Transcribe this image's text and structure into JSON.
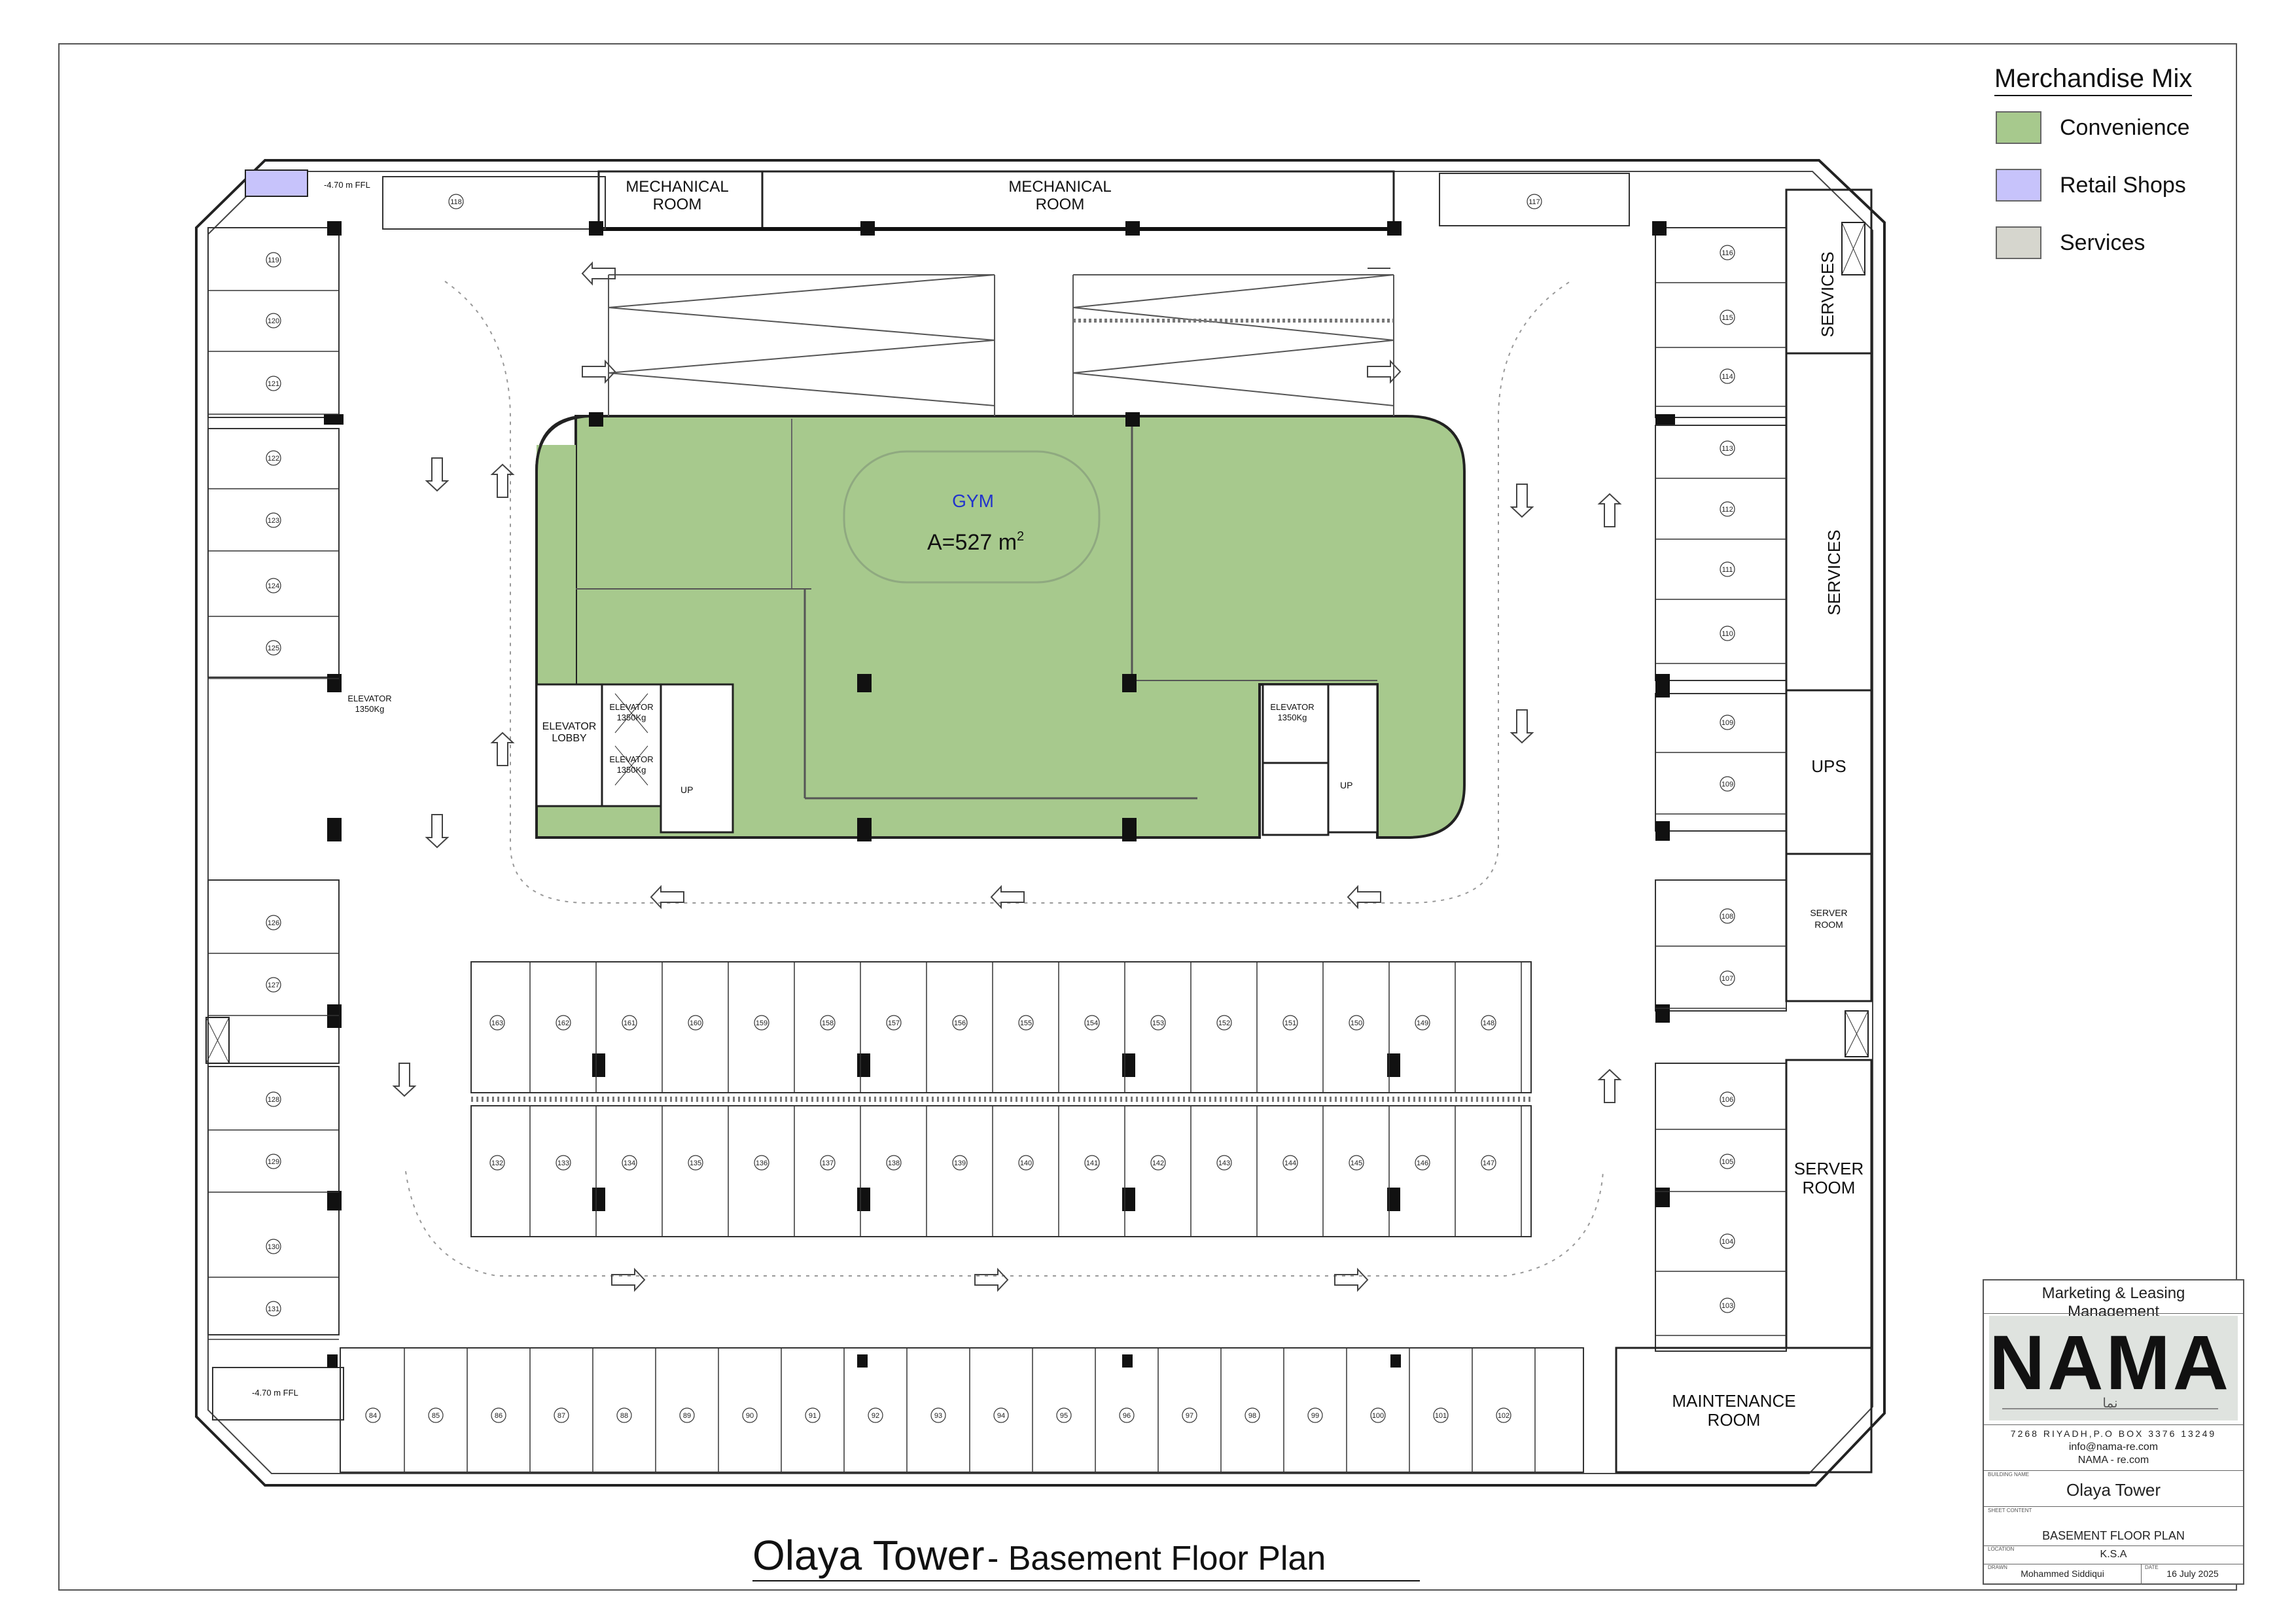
{
  "title": {
    "building": "Olaya Tower",
    "subtitle": "- Basement Floor Plan"
  },
  "legend": {
    "title": "Merchandise Mix",
    "items": [
      {
        "label": "Convenience",
        "color": "#a7c98d"
      },
      {
        "label": "Retail Shops",
        "color": "#c7c3fb"
      },
      {
        "label": "Services",
        "color": "#d6d6ce"
      }
    ]
  },
  "title_block": {
    "department": "Marketing & Leasing Management",
    "logo_text": "NAMA",
    "logo_subtext": "نما",
    "address": "7268 RIYADH,P.O BOX 3376 13249",
    "email": "info@nama-re.com",
    "website": "NAMA - re.com",
    "project_label": "BUILDING NAME",
    "project": "Olaya Tower",
    "sheet_label": "SHEET CONTENT",
    "sheet": "BASEMENT FLOOR PLAN",
    "location_label": "LOCATION",
    "location": "K.S.A",
    "drawn_label": "DRAWN",
    "drawn_by": "Mohammed Siddiqui",
    "date_label": "DATE",
    "date": "16 July 2025"
  },
  "plan": {
    "gym_label": "GYM",
    "gym_area": "A=527 m",
    "gym_area_sup": "2",
    "colors": {
      "gym": "#a7c98d",
      "wall": "#111111",
      "line": "#333333",
      "dim": "#7a7a7a"
    },
    "rooms": {
      "mech1": [
        "MECHANICAL",
        "ROOM"
      ],
      "mech2": [
        "MECHANICAL",
        "ROOM"
      ],
      "services1": "SERVICES",
      "services2": "SERVICES",
      "ups": "UPS",
      "server_small": [
        "SERVER",
        "ROOM"
      ],
      "server_big": [
        "SERVER",
        "ROOM"
      ],
      "maintenance": [
        "MAINTENANCE",
        "ROOM"
      ],
      "elevator_lobby": [
        "ELEVATOR",
        "LOBBY"
      ],
      "elevator1": [
        "ELEVATOR",
        "1350Kg"
      ],
      "elevator2": [
        "ELEVATOR",
        "1350Kg"
      ],
      "elevator3": [
        "ELEVATOR",
        "1350Kg"
      ],
      "elevator4": [
        "ELEVATOR",
        "1350Kg"
      ],
      "up1": "UP",
      "up2": "UP",
      "ffl_top": "-4.70 m FFL",
      "ffl_bottom": "-4.70 m FFL"
    },
    "parking": {
      "top": [
        "118",
        "117"
      ],
      "left": [
        "119",
        "120",
        "121",
        "122",
        "123",
        "124",
        "125",
        "126",
        "127",
        "128",
        "129",
        "130",
        "131"
      ],
      "right": [
        "116",
        "115",
        "114",
        "113",
        "112",
        "111",
        "110",
        "109",
        "108",
        "107",
        "106",
        "105",
        "104",
        "103"
      ],
      "right_lower": [
        "108",
        "107"
      ],
      "center_top": [
        "163",
        "162",
        "161",
        "160",
        "159",
        "158",
        "157",
        "156",
        "155",
        "154",
        "153",
        "152",
        "151",
        "150",
        "149",
        "148"
      ],
      "center_bottom": [
        "132",
        "133",
        "134",
        "135",
        "136",
        "137",
        "138",
        "139",
        "140",
        "141",
        "142",
        "143",
        "144",
        "145",
        "146",
        "147"
      ],
      "bottom": [
        "84",
        "85",
        "86",
        "87",
        "88",
        "89",
        "90",
        "91",
        "92",
        "93",
        "94",
        "95",
        "96",
        "97",
        "98",
        "99",
        "100",
        "101",
        "102"
      ]
    }
  }
}
